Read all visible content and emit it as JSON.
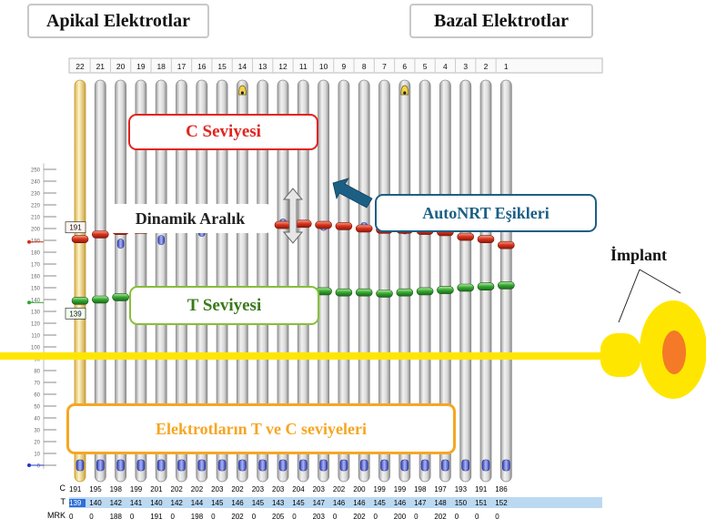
{
  "headers": {
    "apical": "Apikal Elektrotlar",
    "basal": "Bazal Elektrotlar"
  },
  "callouts": {
    "c_level": "C Seviyesi",
    "dynamic_range": "Dinamik Aralık",
    "autonrt": "AutoNRT Eşikleri",
    "t_level": "T Seviyesi",
    "levels": "Elektrotların T ve C seviyeleri",
    "implant": "İmplant"
  },
  "colors": {
    "c_marker": "#d6301a",
    "t_marker": "#33a532",
    "c_box": "#e0251f",
    "t_box": "#86bf3a",
    "autonrt_box": "#1c5f84",
    "levels_box": "#f6a623",
    "implant_yellow": "#ffe600",
    "implant_core": "#f47a27"
  },
  "chart_data": {
    "type": "line",
    "electrodes": [
      "22",
      "21",
      "20",
      "19",
      "18",
      "17",
      "16",
      "15",
      "14",
      "13",
      "12",
      "11",
      "10",
      "9",
      "8",
      "7",
      "6",
      "5",
      "4",
      "3",
      "2",
      "1"
    ],
    "y_ticks": [
      "0",
      "10",
      "20",
      "30",
      "40",
      "50",
      "60",
      "70",
      "80",
      "90",
      "100",
      "110",
      "120",
      "130",
      "140",
      "150",
      "160",
      "170",
      "180",
      "190",
      "200",
      "210",
      "220",
      "230",
      "240",
      "250"
    ],
    "ylim": [
      0,
      255
    ],
    "highlighted_electrode": "22",
    "selected_c_label": "191",
    "selected_t_label": "139",
    "disabled_markers_electrodes": [
      "14",
      "6"
    ],
    "series": [
      {
        "name": "C",
        "values": [
          191,
          195,
          198,
          199,
          201,
          202,
          202,
          203,
          202,
          203,
          203,
          204,
          203,
          202,
          200,
          199,
          199,
          198,
          197,
          193,
          191,
          186
        ]
      },
      {
        "name": "T",
        "values": [
          139,
          140,
          142,
          141,
          140,
          142,
          144,
          145,
          146,
          145,
          143,
          145,
          147,
          146,
          146,
          145,
          146,
          147,
          148,
          150,
          151,
          152
        ]
      }
    ],
    "autonrt": [
      null,
      null,
      188,
      null,
      191,
      null,
      198,
      null,
      202,
      null,
      205,
      null,
      203,
      null,
      202,
      null,
      200,
      null,
      202,
      null,
      null,
      null
    ],
    "table_rows": {
      "c_label": "C",
      "t_label": "T",
      "mrk_label": "MRK",
      "c": [
        "191",
        "195",
        "198",
        "199",
        "201",
        "202",
        "202",
        "203",
        "202",
        "203",
        "203",
        "204",
        "203",
        "202",
        "200",
        "199",
        "199",
        "198",
        "197",
        "193",
        "191",
        "186"
      ],
      "t": [
        "139",
        "140",
        "142",
        "141",
        "140",
        "142",
        "144",
        "145",
        "146",
        "145",
        "143",
        "145",
        "147",
        "146",
        "146",
        "145",
        "146",
        "147",
        "148",
        "150",
        "151",
        "152"
      ],
      "mrk": [
        "0",
        "0",
        "188",
        "0",
        "191",
        "0",
        "198",
        "0",
        "202",
        "0",
        "205",
        "0",
        "203",
        "0",
        "202",
        "0",
        "200",
        "0",
        "202",
        "0",
        "0",
        "0"
      ]
    }
  }
}
